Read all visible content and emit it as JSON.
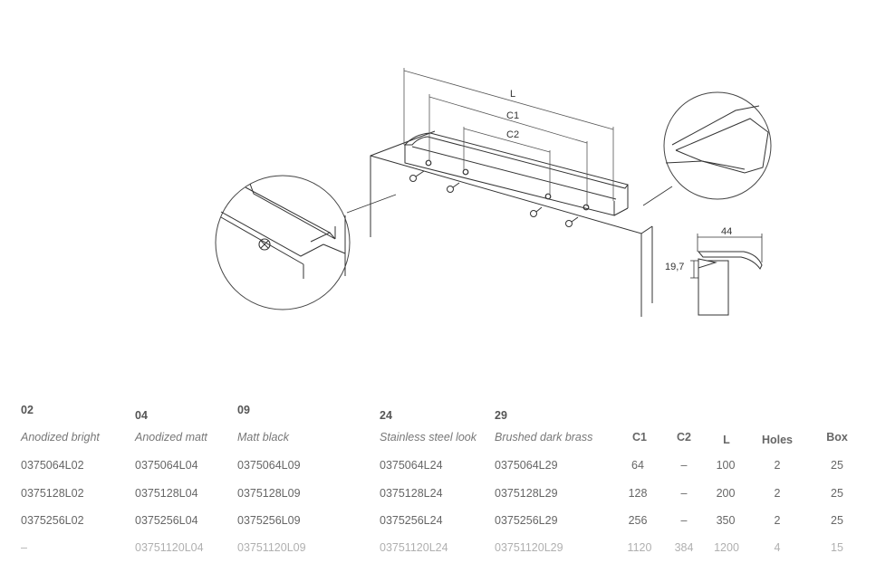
{
  "drawing": {
    "labels": {
      "L": "L",
      "C1": "C1",
      "C2": "C2",
      "width": "44",
      "height": "19,7"
    }
  },
  "table": {
    "finishes": [
      {
        "code": "02",
        "name": "Anodized bright"
      },
      {
        "code": "04",
        "name": "Anodized matt"
      },
      {
        "code": "09",
        "name": "Matt black"
      },
      {
        "code": "24",
        "name": "Stainless steel look"
      },
      {
        "code": "29",
        "name": "Brushed dark brass"
      }
    ],
    "headers": {
      "c1": "C1",
      "c2": "C2",
      "l": "L",
      "holes": "Holes",
      "box": "Box"
    },
    "rows": [
      {
        "codes": [
          "0375064L02",
          "0375064L04",
          "0375064L09",
          "0375064L24",
          "0375064L29"
        ],
        "c1": "64",
        "c2": "–",
        "l": "100",
        "holes": "2",
        "box": "25"
      },
      {
        "codes": [
          "0375128L02",
          "0375128L04",
          "0375128L09",
          "0375128L24",
          "0375128L29"
        ],
        "c1": "128",
        "c2": "–",
        "l": "200",
        "holes": "2",
        "box": "25"
      },
      {
        "codes": [
          "0375256L02",
          "0375256L04",
          "0375256L09",
          "0375256L24",
          "0375256L29"
        ],
        "c1": "256",
        "c2": "–",
        "l": "350",
        "holes": "2",
        "box": "25"
      },
      {
        "codes": [
          "–",
          "03751120L04",
          "03751120L09",
          "03751120L24",
          "03751120L29"
        ],
        "c1": "1120",
        "c2": "384",
        "l": "1200",
        "holes": "4",
        "box": "15"
      }
    ]
  }
}
